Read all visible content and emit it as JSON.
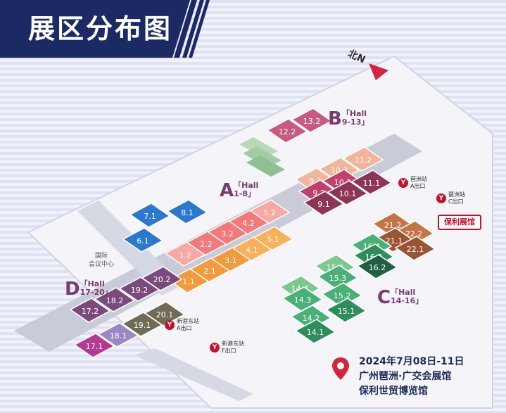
{
  "title": "展区分布图",
  "compass": "北N",
  "zones": [
    {
      "id": "A",
      "letter": "A",
      "hall": "「Hall",
      "range": "1-8」"
    },
    {
      "id": "B",
      "letter": "B",
      "hall": "「Hall",
      "range": "9-13」"
    },
    {
      "id": "C",
      "letter": "C",
      "hall": "「Hall",
      "range": "14-16」"
    },
    {
      "id": "D",
      "letter": "D",
      "hall": "「Hall",
      "range": "17-20」"
    }
  ],
  "halls": [
    {
      "label": "12.2",
      "color": "#c85a82"
    },
    {
      "label": "13.2",
      "color": "#c85a82"
    },
    {
      "label": "9.3",
      "color": "#f2b49a"
    },
    {
      "label": "10.3",
      "color": "#f2b49a"
    },
    {
      "label": "11.2",
      "color": "#f2b49a"
    },
    {
      "label": "9.2",
      "color": "#c23f6e"
    },
    {
      "label": "10.2",
      "color": "#c23f6e"
    },
    {
      "label": "9.1",
      "color": "#8e3454"
    },
    {
      "label": "10.1",
      "color": "#8e3454"
    },
    {
      "label": "11.1",
      "color": "#8e3454"
    },
    {
      "label": "7.1",
      "color": "#2a79cf"
    },
    {
      "label": "8.1",
      "color": "#2a79cf"
    },
    {
      "label": "6.1",
      "color": "#2a79cf"
    },
    {
      "label": "5.2",
      "color": "#f7a8a2"
    },
    {
      "label": "4.2",
      "color": "#f27a7a"
    },
    {
      "label": "3.2",
      "color": "#f27a7a"
    },
    {
      "label": "2.2",
      "color": "#f27a7a"
    },
    {
      "label": "1.2",
      "color": "#f7a8a2"
    },
    {
      "label": "5.1",
      "color": "#f7b15a"
    },
    {
      "label": "4.1",
      "color": "#f7b15a"
    },
    {
      "label": "3.1",
      "color": "#f39a3c"
    },
    {
      "label": "2.1",
      "color": "#f39a3c"
    },
    {
      "label": "1.1",
      "color": "#f39a3c"
    },
    {
      "label": "21.2",
      "color": "#c47546"
    },
    {
      "label": "22.2",
      "color": "#c47546"
    },
    {
      "label": "21.1",
      "color": "#9a5533"
    },
    {
      "label": "22.1",
      "color": "#9a5533"
    },
    {
      "label": "16.4",
      "color": "#49b077"
    },
    {
      "label": "16.3",
      "color": "#2f8d5d"
    },
    {
      "label": "16.2",
      "color": "#1f5f44"
    },
    {
      "label": "15.4",
      "color": "#7cc98d"
    },
    {
      "label": "15.3",
      "color": "#49b077"
    },
    {
      "label": "15.2",
      "color": "#49b077"
    },
    {
      "label": "15.1",
      "color": "#2f8d5d"
    },
    {
      "label": "14.4",
      "color": "#7cc98d"
    },
    {
      "label": "14.3",
      "color": "#49b077"
    },
    {
      "label": "14.2",
      "color": "#49b077"
    },
    {
      "label": "14.1",
      "color": "#2f8d5d"
    },
    {
      "label": "17.2",
      "color": "#7a4a7c"
    },
    {
      "label": "18.2",
      "color": "#7a4a7c"
    },
    {
      "label": "19.2",
      "color": "#7a4a7c"
    },
    {
      "label": "20.2",
      "color": "#7a4a7c"
    },
    {
      "label": "17.1",
      "color": "#b43a91"
    },
    {
      "label": "18.1",
      "color": "#9c87c4"
    },
    {
      "label": "19.1",
      "color": "#6f6b55"
    },
    {
      "label": "20.1",
      "color": "#6f6b55"
    }
  ],
  "metro": [
    {
      "id": "pazhou-a",
      "name": "琶洲站",
      "exit": "A出口"
    },
    {
      "id": "pazhou-c",
      "name": "琶洲站",
      "exit": "C出口"
    },
    {
      "id": "xingang-a",
      "name": "新港东站",
      "exit": "A出口"
    },
    {
      "id": "xingang-f",
      "name": "新港东站",
      "exit": "F出口"
    }
  ],
  "landmarks": {
    "poly": "保利展馆",
    "conference": "国际\n会议中心"
  },
  "info": {
    "date": "2024年7月08日-11日",
    "venue1": "广州琶洲·广交会展馆",
    "venue2": "保利世贸博览馆"
  },
  "colors": {
    "banner": "#1b2a63",
    "accent": "#c8102e",
    "stripe": "#d9ddf0"
  }
}
